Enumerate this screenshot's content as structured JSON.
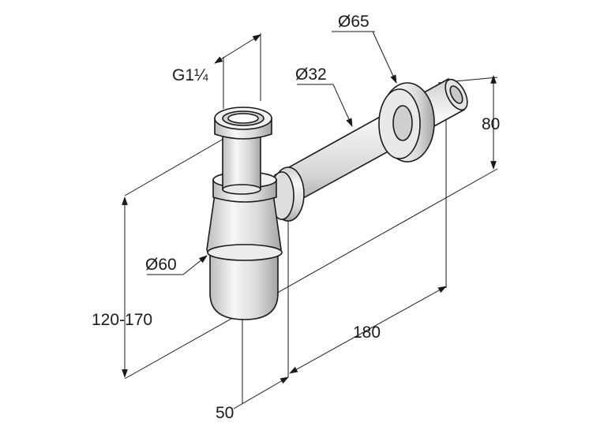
{
  "dimensions": {
    "thread": "G1¼",
    "wall_rosette_diameter": "Ø65",
    "pipe_diameter": "Ø32",
    "bottle_diameter": "Ø60",
    "wall_height": "80",
    "height_range": "120-170",
    "pipe_length": "180",
    "outlet_offset": "50"
  },
  "colors": {
    "line": "#1a1a1a",
    "metal_light": "#f4f4f4",
    "metal_mid": "#d2d2d2",
    "metal_dark": "#a8a8a8"
  }
}
